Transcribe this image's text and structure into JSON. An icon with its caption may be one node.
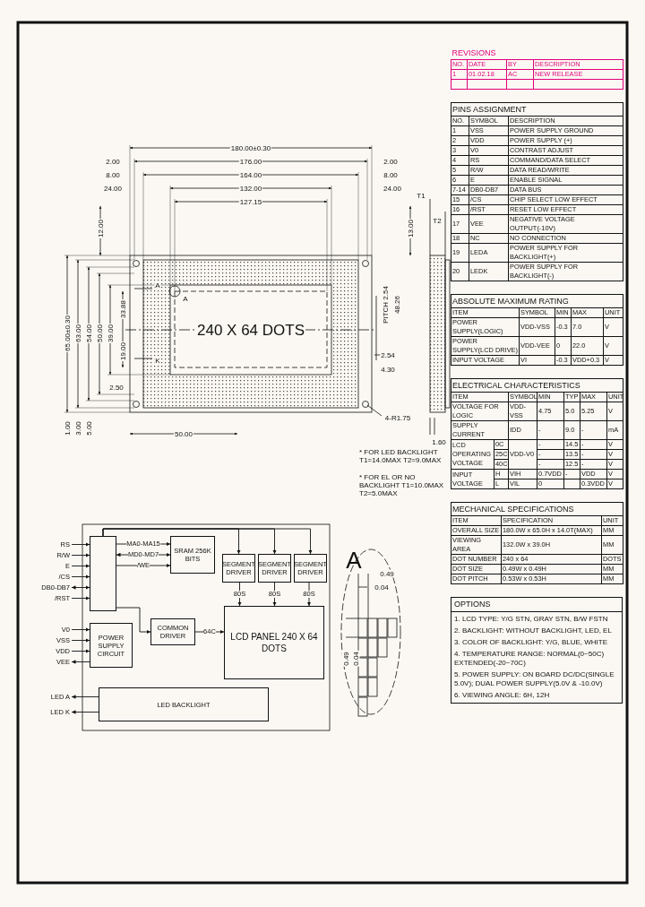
{
  "diagram": {
    "nodes": [
      {
        "text": [
          "RS"
        ]
      },
      {
        "text": [
          "R/W"
        ]
      },
      {
        "text": [
          "E"
        ]
      },
      {
        "text": [
          "/CS"
        ]
      },
      {
        "text": [
          "DB0-DB7"
        ]
      },
      {
        "text": [
          "/RST"
        ]
      },
      {
        "text": [],
        "shape": "box"
      },
      {
        "text": [
          "SRAM 256K BITS"
        ]
      },
      {
        "text": [
          "SEGMENT DRIVER"
        ]
      },
      {
        "text": [
          "SEGMENT DRIVER"
        ]
      },
      {
        "text": [
          "SEGMENT DRIVER"
        ]
      },
      {
        "text": [
          "COMMON DRIVER"
        ]
      },
      {
        "text": [
          "LCD PANEL 240 X 64 DOTS"
        ]
      },
      {
        "text": [
          "V0"
        ]
      },
      {
        "text": [
          "VSS"
        ]
      },
      {
        "text": [
          "VDD"
        ]
      },
      {
        "text": [
          "VEE"
        ]
      },
      {
        "text": [
          "POWER SUPPLY CIRCUIT"
        ]
      },
      {
        "text": [
          "LED A"
        ]
      },
      {
        "text": [
          "LED K"
        ]
      },
      {
        "text": [
          "LED BACKLIGHT"
        ]
      }
    ],
    "edges": [
      {
        "from": 0,
        "to": 6,
        "arrow": "to"
      },
      {
        "from": 1,
        "to": 6,
        "arrow": "to"
      },
      {
        "from": 2,
        "to": 6,
        "arrow": "to"
      },
      {
        "from": 3,
        "to": 6,
        "arrow": "to"
      },
      {
        "from": 4,
        "to": 6,
        "arrow": "both"
      },
      {
        "from": 5,
        "to": 6,
        "arrow": "to"
      },
      {
        "from": 6,
        "to": 7,
        "arrow": "to",
        "label": "MA0-MA15"
      },
      {
        "from": 6,
        "to": 7,
        "arrow": "both",
        "label": "MD0-MD7"
      },
      {
        "from": 6,
        "to": 7,
        "arrow": "to",
        "label": "/WE"
      },
      {
        "from": 6,
        "to": 8,
        "arrow": "to"
      },
      {
        "from": 6,
        "to": 9,
        "arrow": "to"
      },
      {
        "from": 6,
        "to": 10,
        "arrow": "to"
      },
      {
        "from": 8,
        "to": 12,
        "arrow": "to",
        "label": "80S"
      },
      {
        "from": 9,
        "to": 12,
        "arrow": "to",
        "label": "80S"
      },
      {
        "from": 10,
        "to": 12,
        "arrow": "to",
        "label": "80S"
      },
      {
        "from": 6,
        "to": 11,
        "arrow": "to"
      },
      {
        "from": 11,
        "to": 12,
        "arrow": "to",
        "label": "64C"
      },
      {
        "from": 13,
        "to": 17,
        "arrow": "to"
      },
      {
        "from": 14,
        "to": 17,
        "arrow": "to"
      },
      {
        "from": 15,
        "to": 17,
        "arrow": "to"
      },
      {
        "from": 17,
        "to": 16,
        "arrow": "to"
      },
      {
        "from": 20,
        "to": 18,
        "arrow": "to"
      },
      {
        "from": 20,
        "to": 19,
        "arrow": "to"
      }
    ],
    "labels": [
      "REVISIONS",
      "NO.",
      "DATE",
      "BY",
      "DESCRIPTION",
      "1",
      "01.02.18",
      "AC",
      "NEW RELEASE",
      "PINS ASSIGNMENT",
      "NO.",
      "SYMBOL",
      "DESCRIPTION",
      "1",
      "VSS",
      "POWER SUPPLY GROUND",
      "2",
      "VDD",
      "POWER SUPPLY (+)",
      "3",
      "V0",
      "CONTRAST ADJUST",
      "4",
      "RS",
      "COMMAND/DATA SELECT",
      "5",
      "R/W",
      "DATA READ/WRITE",
      "6",
      "E",
      "ENABLE SIGNAL",
      "7-14",
      "DB0-DB7",
      "DATA BUS",
      "15",
      "/CS",
      "CHIP SELECT LOW EFFECT",
      "16",
      "/RST",
      "RESET LOW EFFECT",
      "17",
      "VEE",
      "NEGATIVE VOLTAGE OUTPUT(-10V)",
      "18",
      "NC",
      "NO CONNECTION",
      "19",
      "LEDA",
      "POWER SUPPLY FOR BACKLIGHT(+)",
      "20",
      "LEDK",
      "POWER SUPPLY FOR BACKLIGHT(-)",
      "180.00±0.30",
      "176.00",
      "164.00",
      "132.00",
      "127.15",
      "2.00",
      "8.00",
      "24.00",
      "2.00",
      "8.00",
      "24.00",
      "12.00",
      "13.00",
      "T1",
      "T2",
      "65.00±0.30",
      "63.00",
      "54.00",
      "50.00",
      "39.00",
      "33.88",
      "19.00",
      "A",
      "K",
      "A",
      "2.50",
      "240 X 64 DOTS",
      "PITCH 2.54",
      "48.26",
      "2.54",
      "4.30",
      "4-R1.75",
      "1.00",
      "3.00",
      "5.00",
      "50.00",
      "1.60",
      "* FOR LED BACKLIGHT T1=14.0MAX T2=9.0MAX",
      "* FOR EL OR NO BACKLIGHT T1=10.0MAX T2=5.0MAX",
      "ABSOLUTE MAXIMUM RATING",
      "ITEM",
      "SYMBOL",
      "MIN",
      "MAX",
      "UNIT",
      "POWER SUPPLY(LOGIC)",
      "VDD-VSS",
      "-0.3",
      "7.0",
      "V",
      "POWER SUPPLY(LCD DRIVE)",
      "VDD-VEE",
      "0",
      "22.0",
      "V",
      "INPUT VOLTAGE",
      "VI",
      "-0.3",
      "VDD+0.3",
      "V",
      "ELECTRICAL CHARACTERISTICS",
      "ITEM",
      "SYMBOL",
      "MIN",
      "TYP",
      "MAX",
      "UNIT",
      "VOLTAGE FOR LOGIC",
      "VDD-VSS",
      "4.75",
      "5.0",
      "5.25",
      "V",
      "SUPPLY CURRENT",
      "IDD",
      "-",
      "9.0",
      "-",
      "mA",
      "LCD OPERATING VOLTAGE",
      "0C",
      "VDD-V0",
      "-",
      "14.5",
      "-",
      "V",
      "25C",
      "-",
      "13.5",
      "-",
      "V",
      "40C",
      "-",
      "12.5",
      "-",
      "V",
      "INPUT VOLTAGE",
      "H",
      "VIH",
      "0.7VDD",
      "-",
      "VDD",
      "V",
      "L",
      "VIL",
      "0",
      "0.3VDD",
      "V",
      "MECHANICAL SPECIFICATIONS",
      "ITEM",
      "SPECIFICATION",
      "UNIT",
      "OVERALL SIZE",
      "180.0W x 65.0H x 14.0T(MAX)",
      "MM",
      "VIEWING AREA",
      "132.0W x 39.0H",
      "MM",
      "DOT NUMBER",
      "240 x 64",
      "DOTS",
      "DOT SIZE",
      "0.49W x 0.49H",
      "MM",
      "DOT PITCH",
      "0.53W x 0.53H",
      "MM",
      "OPTIONS",
      "1. LCD TYPE: Y/G STN, GRAY STN, B/W FSTN",
      "2. BACKLIGHT: WITHOUT BACKLIGHT, LED, EL",
      "3. COLOR OF BACKLIGHT: Y/G, BLUE, WHITE",
      "4. TEMPERATURE RANGE: NORMAL(0~50C) EXTENDED(-20~70C)",
      "5. POWER SUPPLY: ON BOARD DC/DC(SINGLE 5.0V); DUAL POWER SUPPLY(5.0V & -10.0V)",
      "6. VIEWING ANGLE: 6H, 12H",
      "A",
      "0.49",
      "0.04",
      "0.49",
      "0.04"
    ]
  }
}
